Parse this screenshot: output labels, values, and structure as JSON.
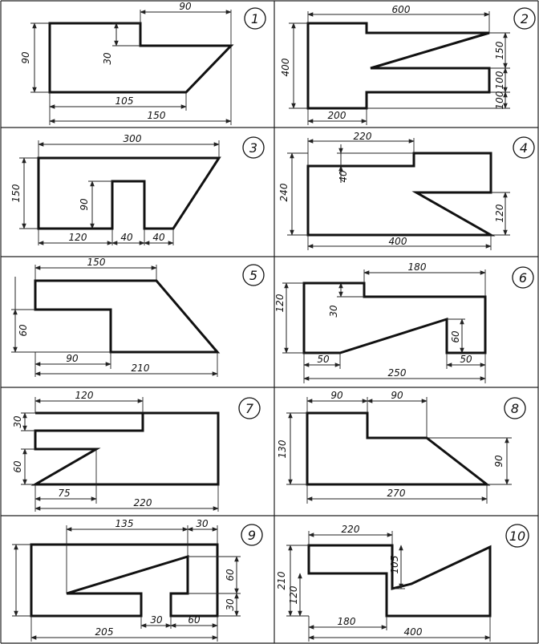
{
  "panels": [
    {
      "number": "1",
      "dims": [
        "90",
        "90",
        "30",
        "105",
        "150"
      ]
    },
    {
      "number": "2",
      "dims": [
        "600",
        "400",
        "150",
        "100",
        "100",
        "200"
      ]
    },
    {
      "number": "3",
      "dims": [
        "300",
        "150",
        "90",
        "120",
        "40",
        "40"
      ]
    },
    {
      "number": "4",
      "dims": [
        "220",
        "240",
        "40",
        "120",
        "400"
      ]
    },
    {
      "number": "5",
      "dims": [
        "150",
        "60",
        "90",
        "210"
      ]
    },
    {
      "number": "6",
      "dims": [
        "180",
        "120",
        "30",
        "60",
        "50",
        "50",
        "250"
      ]
    },
    {
      "number": "7",
      "dims": [
        "120",
        "30",
        "60",
        "75",
        "220"
      ]
    },
    {
      "number": "8",
      "dims": [
        "90",
        "90",
        "130",
        "90",
        "270"
      ]
    },
    {
      "number": "9",
      "dims": [
        "135",
        "30",
        "60",
        "30",
        "205",
        "30",
        "60"
      ]
    },
    {
      "number": "10",
      "dims": [
        "220",
        "210",
        "105",
        "120",
        "180",
        "400"
      ]
    }
  ]
}
